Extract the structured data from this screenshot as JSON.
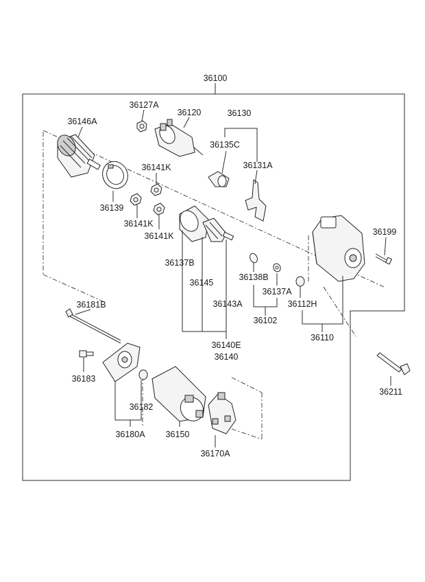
{
  "diagram": {
    "assembly_label": "36100",
    "labels": {
      "p36146A": "36146A",
      "p36127A": "36127A",
      "p36120": "36120",
      "p36130": "36130",
      "p36135C": "36135C",
      "p36131A": "36131A",
      "p36141K_a": "36141K",
      "p36141K_b": "36141K",
      "p36141K_c": "36141K",
      "p36139": "36139",
      "p36199": "36199",
      "p36137B": "36137B",
      "p36145": "36145",
      "p36138B": "36138B",
      "p36137A": "36137A",
      "p36143A": "36143A",
      "p36112H": "36112H",
      "p36102": "36102",
      "p36110": "36110",
      "p36140E": "36140E",
      "p36140": "36140",
      "p36181B": "36181B",
      "p36183": "36183",
      "p36182": "36182",
      "p36180A": "36180A",
      "p36150": "36150",
      "p36170A": "36170A",
      "p36211": "36211"
    }
  }
}
